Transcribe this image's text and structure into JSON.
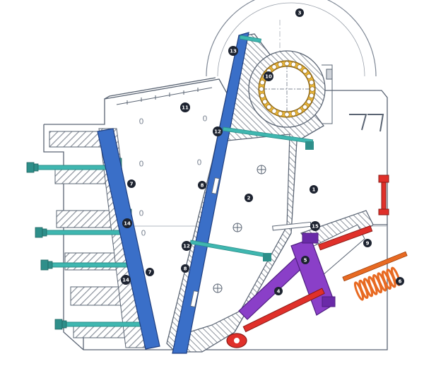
{
  "diagram": {
    "callouts": [
      {
        "id": "c1",
        "text": "1"
      },
      {
        "id": "c2",
        "text": "2"
      },
      {
        "id": "c3",
        "text": "3"
      },
      {
        "id": "c4",
        "text": "4"
      },
      {
        "id": "c5",
        "text": "5"
      },
      {
        "id": "c6",
        "text": "6"
      },
      {
        "id": "c7a",
        "text": "7"
      },
      {
        "id": "c7b",
        "text": "7"
      },
      {
        "id": "c8a",
        "text": "8"
      },
      {
        "id": "c8b",
        "text": "8"
      },
      {
        "id": "c9",
        "text": "9"
      },
      {
        "id": "c10",
        "text": "10"
      },
      {
        "id": "c11",
        "text": "11"
      },
      {
        "id": "c12a",
        "text": "12"
      },
      {
        "id": "c12b",
        "text": "12"
      },
      {
        "id": "c13",
        "text": "13"
      },
      {
        "id": "c14a",
        "text": "14"
      },
      {
        "id": "c14b",
        "text": "14"
      },
      {
        "id": "c15",
        "text": "15"
      }
    ],
    "inspection_marks": [
      "0",
      "0",
      "0",
      "0",
      "0",
      "0"
    ],
    "colors": {
      "outline": "#5a6473",
      "hatch": "#8b929c",
      "jaw_plate": "#3a6fc8",
      "tie_rod": "#3fb7b0",
      "toggle_plate": "#8a3fc8",
      "tension_rod": "#e0302a",
      "spring": "#e86a22",
      "bearing": "#e7b43a",
      "callout": "#1d2330"
    }
  }
}
